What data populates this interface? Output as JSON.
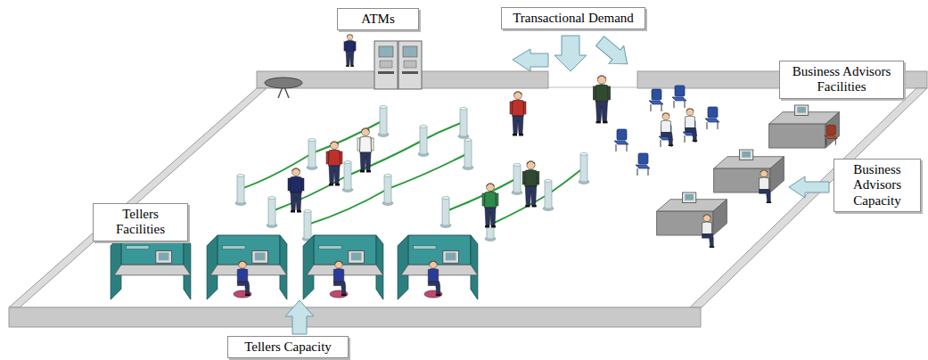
{
  "diagram": {
    "nodes": [
      {
        "text": [
          "ATMs"
        ]
      },
      {
        "text": [
          "Transactional Demand"
        ]
      },
      {
        "text": [
          "Business Advisors Facilities"
        ]
      },
      {
        "text": [
          "Business Advisors Capacity"
        ]
      },
      {
        "text": [
          "Tellers Facilities"
        ]
      },
      {
        "text": [
          "Tellers Capacity"
        ]
      }
    ]
  }
}
